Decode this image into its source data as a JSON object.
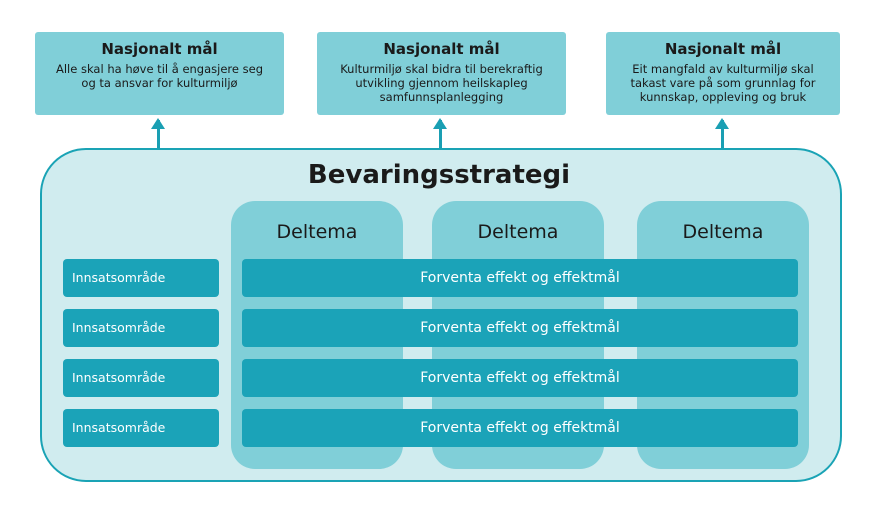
{
  "goals": [
    {
      "title": "Nasjonalt mål",
      "text": "Alle skal ha høve til å engasjere seg og ta ansvar for kulturmiljø"
    },
    {
      "title": "Nasjonalt mål",
      "text": "Kulturmiljø skal bidra til berekraftig utvikling gjennom heilskapleg samfunnsplanlegging"
    },
    {
      "title": "Nasjonalt mål",
      "text": "Eit mangfald av kulturmiljø skal takast vare på som grunnlag for kunnskap, oppleving og bruk"
    }
  ],
  "strategy": {
    "title": "Bevaringsstrategi"
  },
  "themes": [
    "Deltema",
    "Deltema",
    "Deltema"
  ],
  "rows": [
    {
      "area": "Innsatsområde",
      "effect": "Forventa effekt og effektmål"
    },
    {
      "area": "Innsatsområde",
      "effect": "Forventa effekt og effektmål"
    },
    {
      "area": "Innsatsområde",
      "effect": "Forventa effekt og effektmål"
    },
    {
      "area": "Innsatsområde",
      "effect": "Forventa effekt og effektmål"
    }
  ]
}
